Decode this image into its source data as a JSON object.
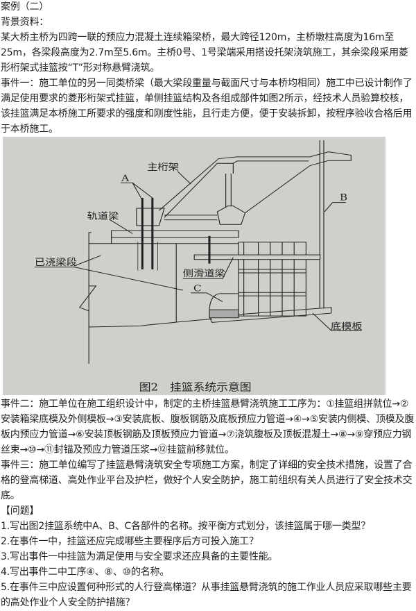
{
  "case_title": "案例（二）",
  "background_label": "背景资料：",
  "background_text": "某大桥主桥为四跨一联的预应力混凝土连续箱梁桥，最大跨径120m，主桥墩柱高度为16m至25m，各梁段高度为2.7m至5.6m。主桥0号、1号梁端采用搭设托架浇筑施工，其余梁段采用菱形桁架式挂篮按“T”形对称悬臂浇筑。",
  "event1": "事件一：施工单位的另一同类桥梁（最大梁段重量与截面尺寸与本桥均相同）施工中已设计制作了满足使用要求的菱形桁架式挂篮，单侧挂篮结构及各组成部件如图2所示，经技术人员验算校核，该挂篮满足本桥施工所要求的强度和刚度性能，且行走方便，便于安装拆卸，按程序验收合格后用于本桥施工。",
  "figure": {
    "caption": "图2　挂篮系统示意图",
    "labels": {
      "main_truss": "主桁架",
      "a": "A",
      "b": "B",
      "c": "C",
      "track_beam": "轨道梁",
      "cast_segment": "已浇梁段",
      "side_slide_beam": "侧滑道梁",
      "bottom_form": "底模板"
    }
  },
  "event2": "事件二：施工单位在施工组织设计中，制定的主桥挂篮悬臂浇筑施工工序为：①挂篮组拼就位→②安装箱梁底模及外侧模板→③安装底板、腹板钢筋及底板预应力管道→④→⑤安装内侧模、顶模及腹板内预应力管道→⑥安装顶板钢筋及顶板预应力管道→⑦浇筑腹板及顶板混凝土→⑧→⑨穿预应力钢丝束→⑩→⑪封锚及预应力管道压浆→⑫挂篮前移就位。",
  "event3": "事件三：施工单位编写了挂篮悬臂浇筑安全专项施工方案，制定了详细的安全技术措施，设置了合格的登高梯道、高处作业平台及护栏，做好个人安全防护，施工前组织有关人员进行了安全技术交底。",
  "questions_label": "【问题】",
  "questions": [
    "1.写出图2挂篮系统中A、B、C各部件的名称。按平衡方式划分，该挂篮属于哪一类型？",
    "2.在事件一中，挂篮还应完成哪些主要程序后方可投入施工？",
    "3.写出事件一中挂篮为满足使用与安全要求还应具备的主要性能。",
    "4.写出事件二中工序④、⑧、⑩的名称。",
    "5.在事件三中应设置何种形式的人行登高梯道？从事挂篮悬臂浇筑的施工作业人员应采取哪些主要的高处作业个人安全防护措施？"
  ]
}
